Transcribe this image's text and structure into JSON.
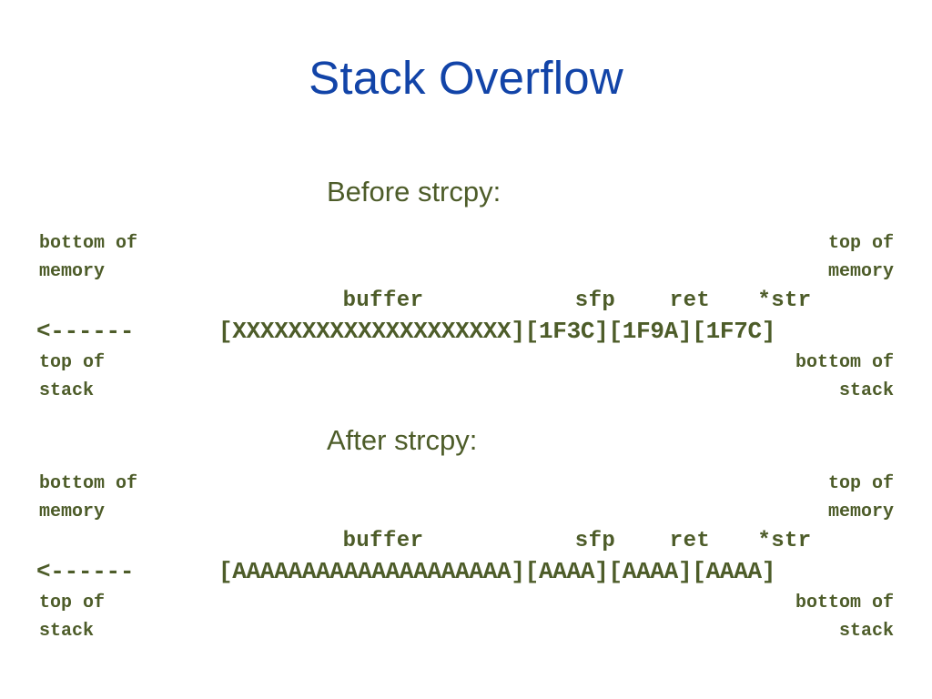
{
  "slide": {
    "title": "Stack Overflow",
    "title_color": "#1244a8",
    "body_color": "#4d5c29",
    "background_color": "#ffffff"
  },
  "sections": [
    {
      "heading": "Before strcpy:",
      "left_top_label_line1": "bottom of",
      "left_top_label_line2": "memory",
      "right_top_label_line1": "top of",
      "right_top_label_line2": "memory",
      "headers": {
        "buffer": "buffer",
        "sfp": "sfp",
        "ret": "ret",
        "str": "*str"
      },
      "arrow": "<------",
      "cells": {
        "buffer": "[XXXXXXXXXXXXXXXXXXXX]",
        "sfp": "[1F3C]",
        "ret": "[1F9A]",
        "str": "[1F7C]"
      },
      "cells_line": "[XXXXXXXXXXXXXXXXXXXX][1F3C][1F9A][1F7C]",
      "left_bottom_label_line1": "top of",
      "left_bottom_label_line2": "stack",
      "right_bottom_label_line1": "bottom of",
      "right_bottom_label_line2": "stack"
    },
    {
      "heading": "After strcpy:",
      "left_top_label_line1": "bottom of",
      "left_top_label_line2": "memory",
      "right_top_label_line1": "top of",
      "right_top_label_line2": "memory",
      "headers": {
        "buffer": "buffer",
        "sfp": "sfp",
        "ret": "ret",
        "str": "*str"
      },
      "arrow": "<------",
      "cells": {
        "buffer": "[AAAAAAAAAAAAAAAAAAAA]",
        "sfp": "[AAAA]",
        "ret": "[AAAA]",
        "str": "[AAAA]"
      },
      "cells_line": "[AAAAAAAAAAAAAAAAAAAA][AAAA][AAAA][AAAA]",
      "left_bottom_label_line1": "top of",
      "left_bottom_label_line2": "stack",
      "right_bottom_label_line1": "bottom of",
      "right_bottom_label_line2": "stack"
    }
  ]
}
